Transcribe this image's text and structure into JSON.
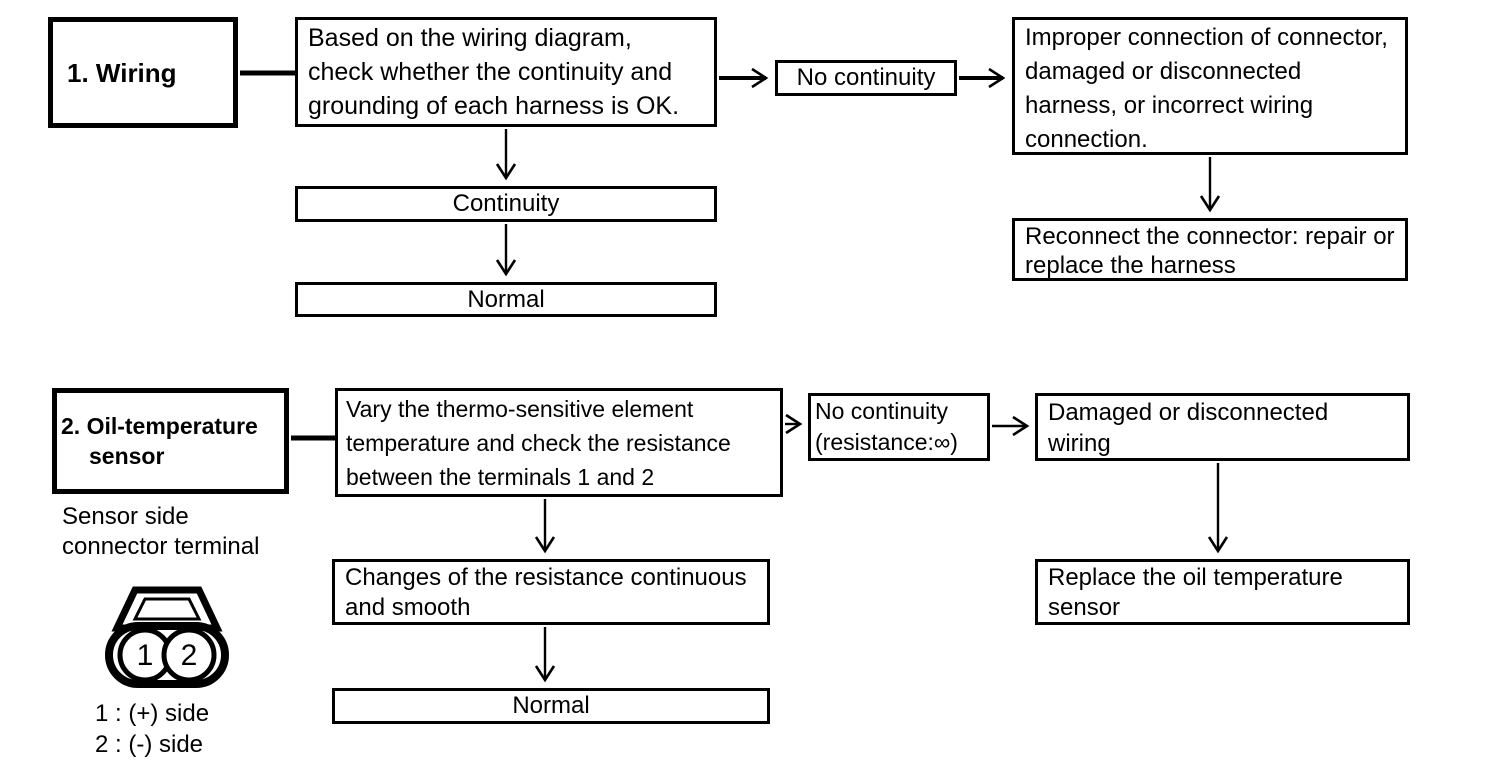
{
  "palette": {
    "ink": "#000000",
    "paper": "#ffffff"
  },
  "sections": [
    {
      "label": "1. Wiring",
      "boxes": {
        "check": "Based on the wiring diagram, check whether the continuity and grounding of each harness is OK.",
        "no_continuity": "No continuity",
        "cause": "Improper connection of connector, damaged or disconnected harness, or incorrect wiring connection.",
        "continuity": "Continuity",
        "normal": "Normal",
        "remedy": "Reconnect the connector: repair or replace the harness"
      }
    },
    {
      "label": "2. Oil-temperature sensor",
      "note": "Sensor side connector terminal",
      "boxes": {
        "check": "Vary the thermo-sensitive element temperature and check the resistance between the terminals 1 and 2",
        "no_continuity": "No continuity (resistance:∞)",
        "cause": "Damaged or disconnected wiring",
        "result": "Changes of the resistance continuous and smooth",
        "normal": "Normal",
        "remedy": "Replace the oil temperature sensor"
      },
      "connector": {
        "pin1": "1",
        "pin2": "2",
        "legend_pin1": "1 : (+) side",
        "legend_pin2": "2 : (-) side"
      }
    }
  ]
}
